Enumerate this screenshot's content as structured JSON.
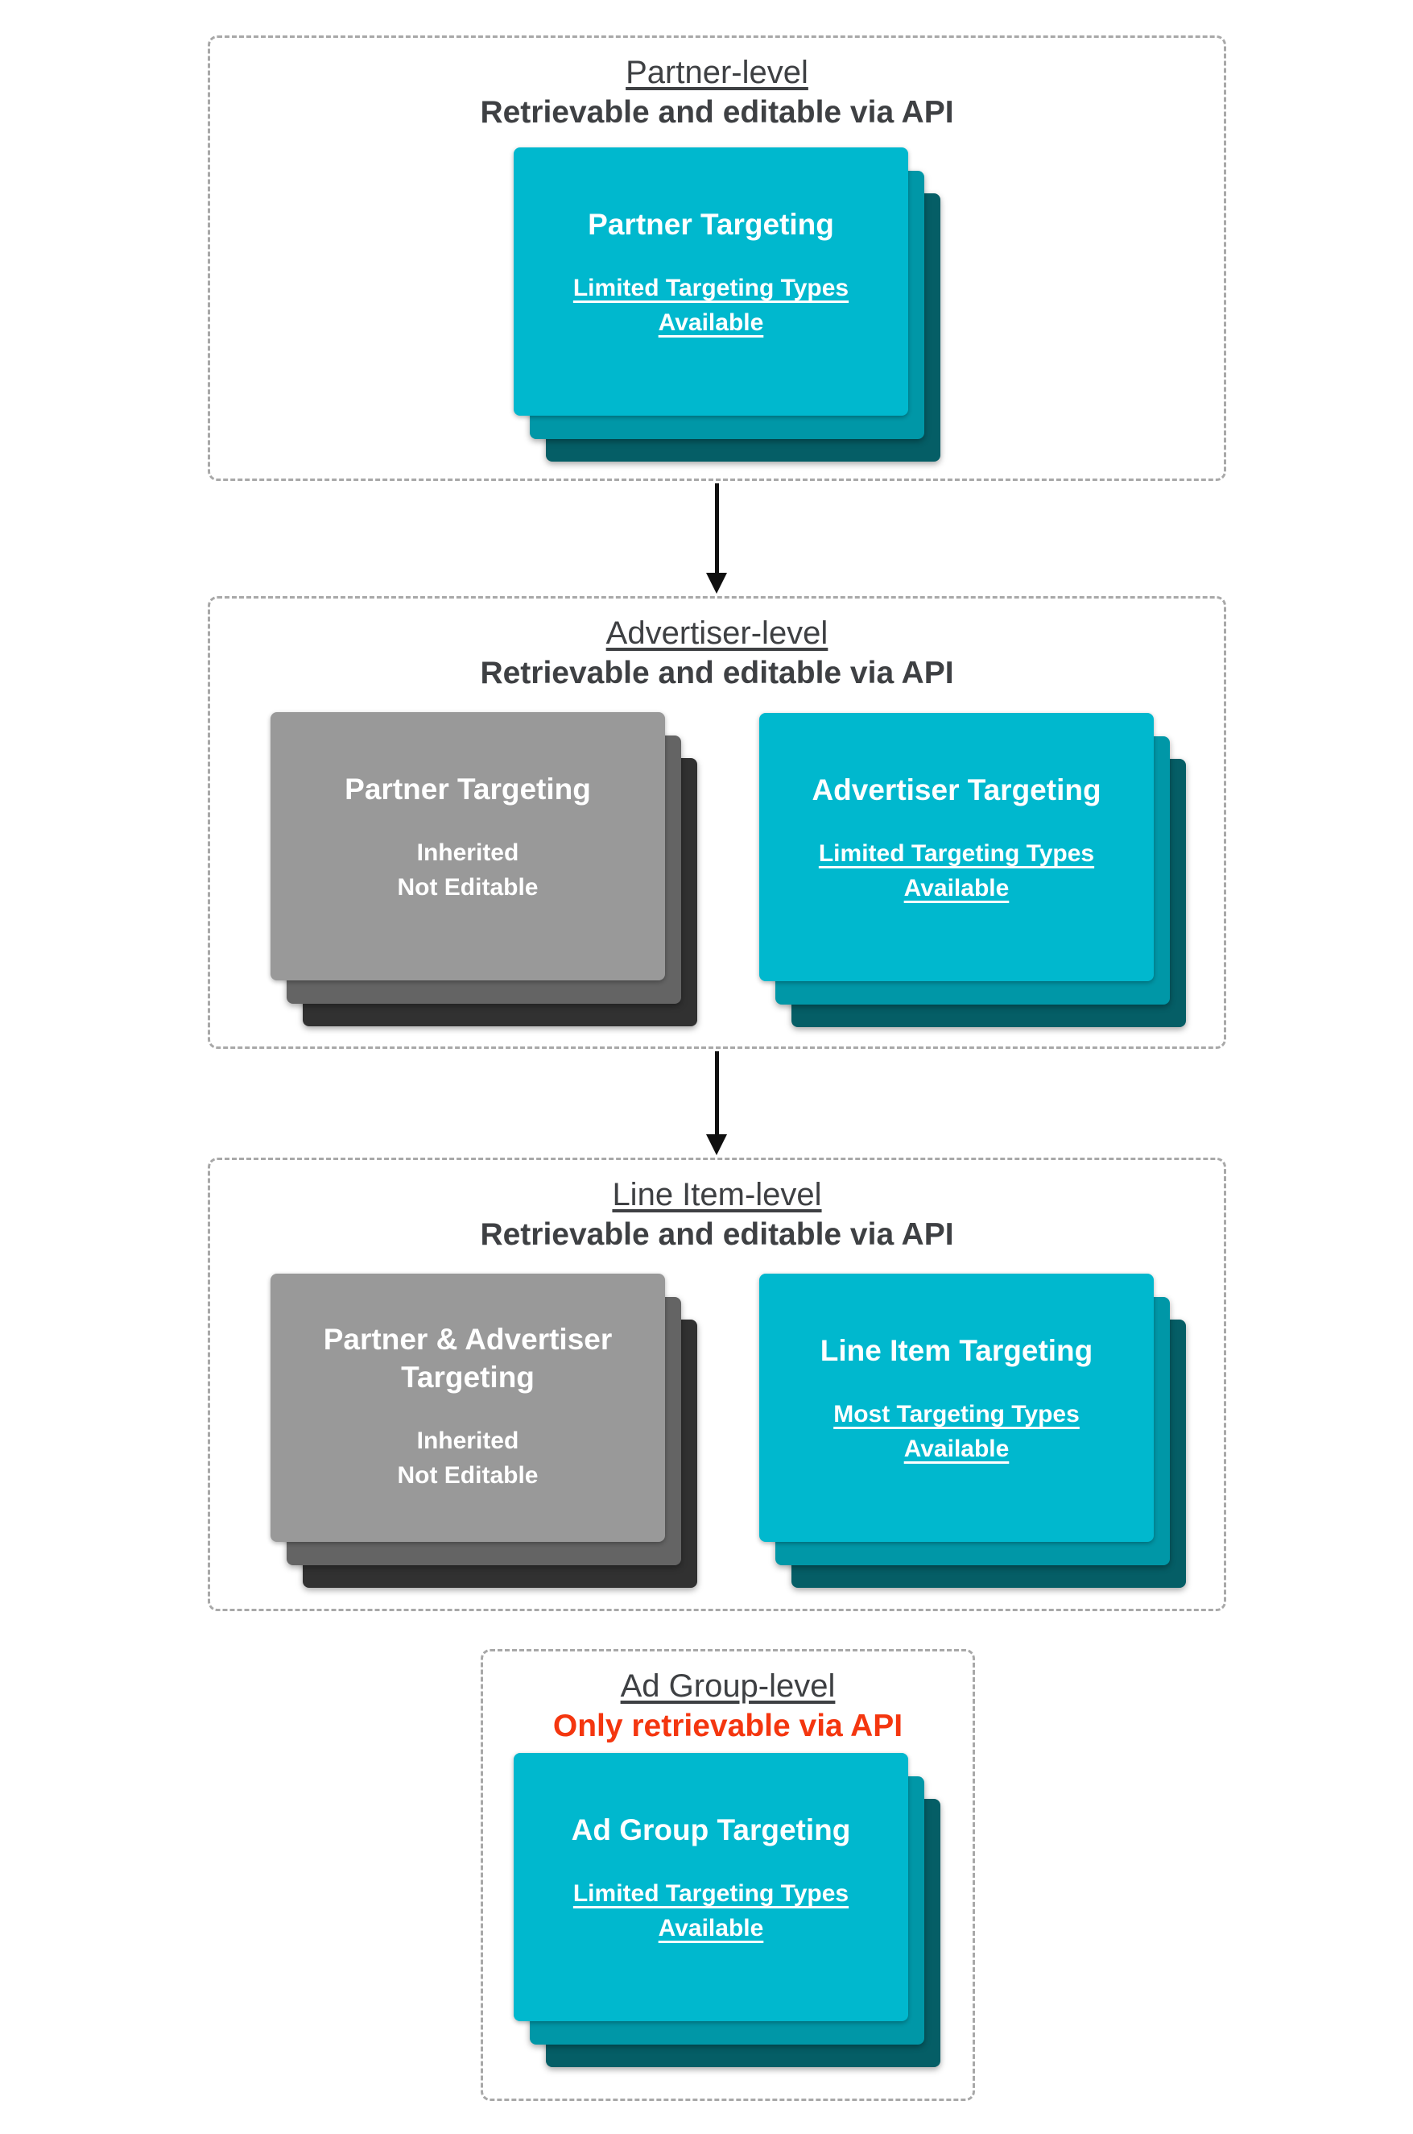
{
  "palette": {
    "cyan": "#00B8CE",
    "cyan_shadow1": "#0097A7",
    "cyan_shadow2": "#055E66",
    "gray": "#999999",
    "gray_shadow1": "#646464",
    "gray_shadow2": "#313131",
    "header_text": "#3E4043",
    "red_text": "#F4360F",
    "panel_border": "#A8A8A8",
    "arrow": "#101010",
    "card_text": "#FFFFFF",
    "background": "#FFFFFF"
  },
  "sections": [
    {
      "title": "Partner-level",
      "subtitle": "Retrievable and editable via API",
      "cards": [
        {
          "variant": "cyan",
          "title_lines": [
            "Partner Targeting"
          ],
          "note_lines": [
            "Limited Targeting Types",
            "Available"
          ],
          "note_underlined": true
        }
      ]
    },
    {
      "title": "Advertiser-level",
      "subtitle": "Retrievable and editable via API",
      "cards": [
        {
          "variant": "gray",
          "title_lines": [
            "Partner Targeting"
          ],
          "note_lines": [
            "Inherited",
            "Not Editable"
          ],
          "note_underlined": false
        },
        {
          "variant": "cyan",
          "title_lines": [
            "Advertiser Targeting"
          ],
          "note_lines": [
            "Limited Targeting Types",
            "Available"
          ],
          "note_underlined": true
        }
      ]
    },
    {
      "title": "Line Item-level",
      "subtitle": "Retrievable and editable via API",
      "cards": [
        {
          "variant": "gray",
          "title_lines": [
            "Partner & Advertiser",
            "Targeting"
          ],
          "note_lines": [
            "Inherited",
            "Not Editable"
          ],
          "note_underlined": false
        },
        {
          "variant": "cyan",
          "title_lines": [
            "Line Item Targeting"
          ],
          "note_lines": [
            "Most Targeting Types",
            "Available"
          ],
          "note_underlined": true
        }
      ]
    },
    {
      "title": "Ad Group-level",
      "subtitle": "Only retrievable via API",
      "subtitle_style": "red",
      "cards": [
        {
          "variant": "cyan",
          "title_lines": [
            "Ad Group Targeting"
          ],
          "note_lines": [
            "Limited Targeting Types",
            "Available"
          ],
          "note_underlined": true
        }
      ]
    }
  ]
}
